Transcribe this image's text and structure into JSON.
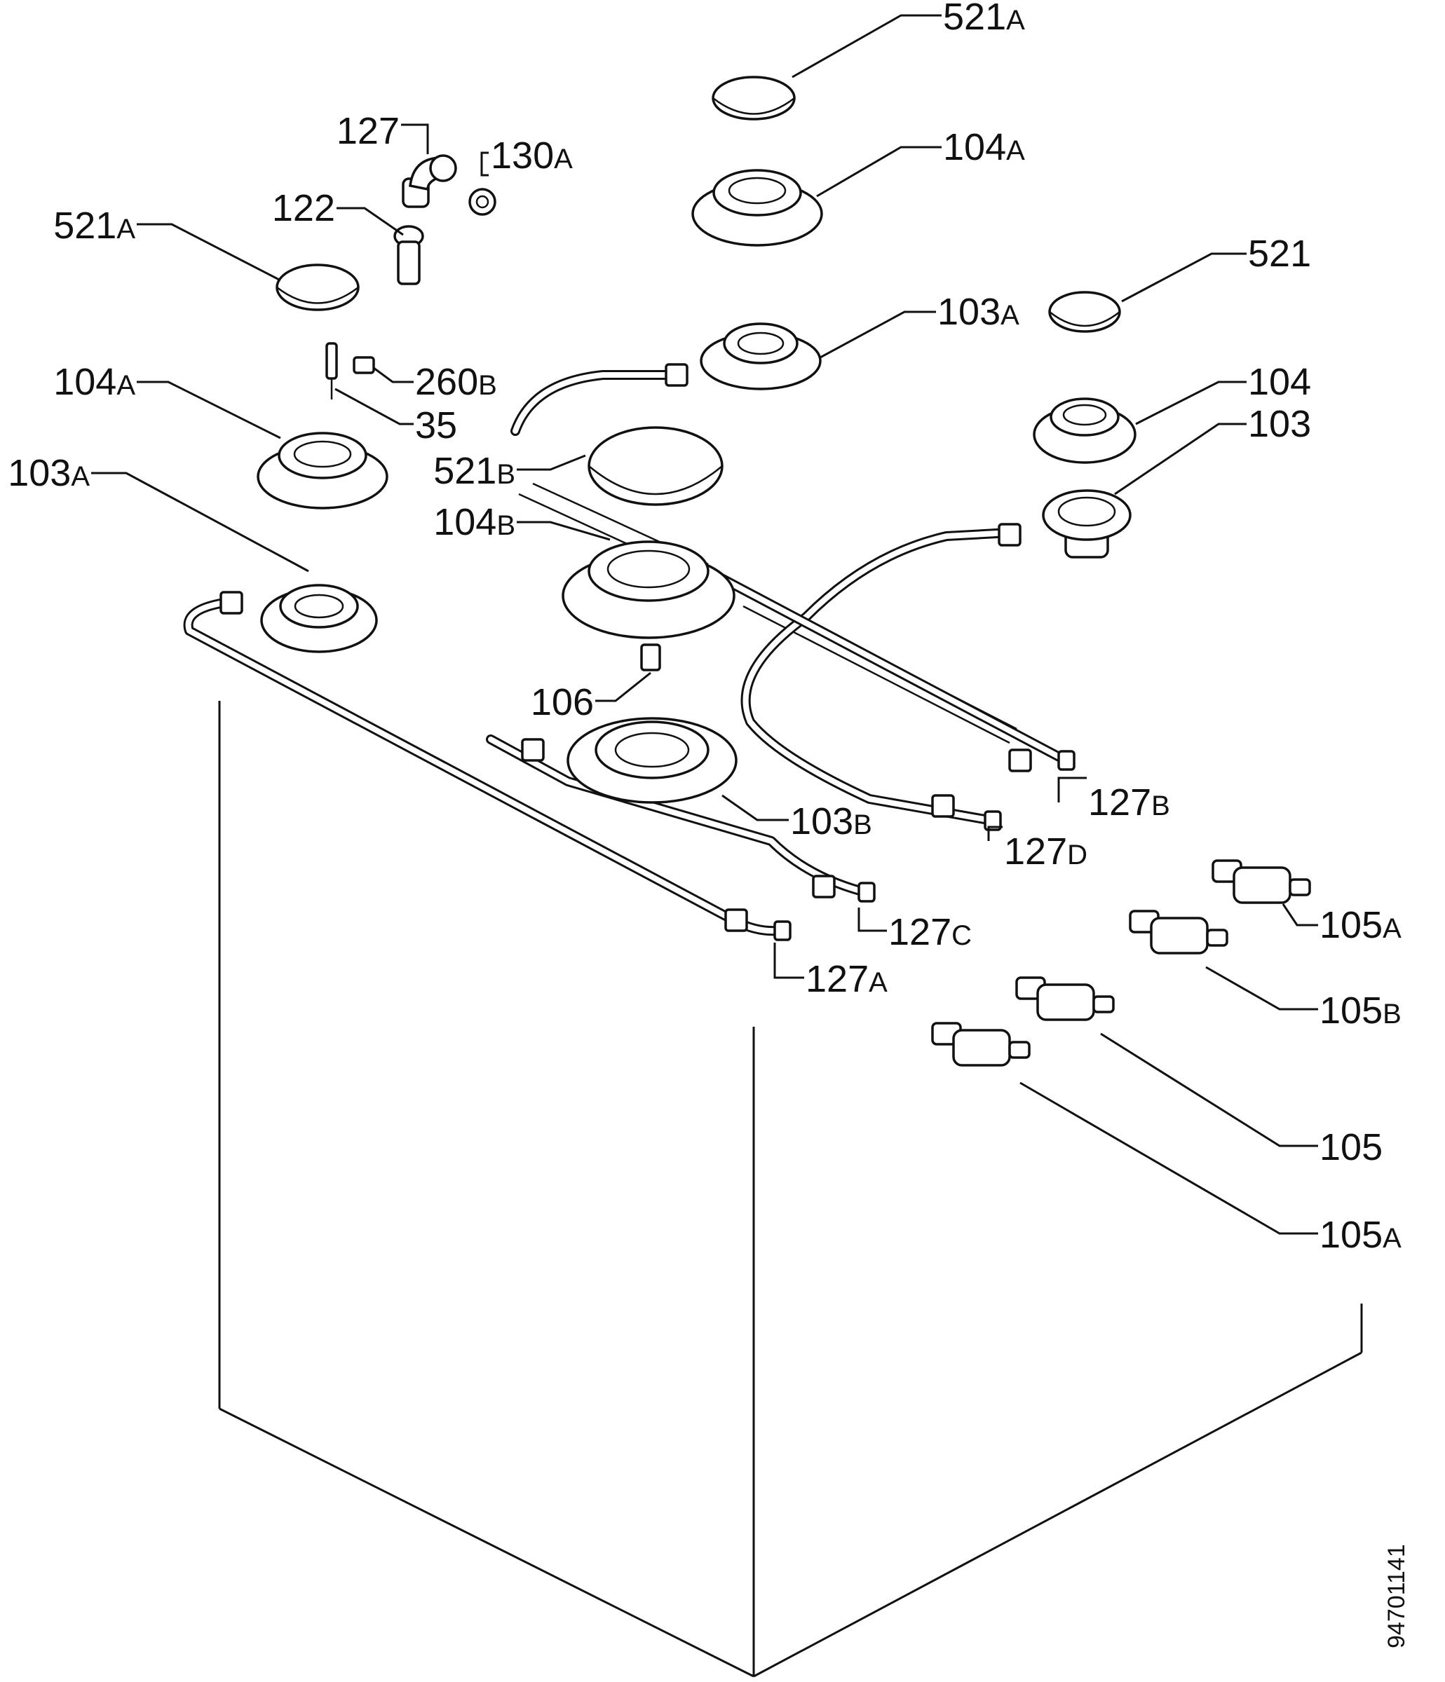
{
  "diagram_code": "94701141",
  "parts": [
    {
      "id": "p521A_top",
      "num": "521",
      "suffix": "A"
    },
    {
      "id": "p104A_top",
      "num": "104",
      "suffix": "A"
    },
    {
      "id": "p127",
      "num": "127",
      "suffix": ""
    },
    {
      "id": "p130A",
      "num": "130",
      "suffix": "A"
    },
    {
      "id": "p122",
      "num": "122",
      "suffix": ""
    },
    {
      "id": "p521A_left",
      "num": "521",
      "suffix": "A"
    },
    {
      "id": "p521",
      "num": "521",
      "suffix": ""
    },
    {
      "id": "p103A_mid",
      "num": "103",
      "suffix": "A"
    },
    {
      "id": "p260B",
      "num": "260",
      "suffix": "B"
    },
    {
      "id": "p104A_left",
      "num": "104",
      "suffix": "A"
    },
    {
      "id": "p35",
      "num": "35",
      "suffix": ""
    },
    {
      "id": "p104",
      "num": "104",
      "suffix": ""
    },
    {
      "id": "p103",
      "num": "103",
      "suffix": ""
    },
    {
      "id": "p521B",
      "num": "521",
      "suffix": "B"
    },
    {
      "id": "p103A_left",
      "num": "103",
      "suffix": "A"
    },
    {
      "id": "p104B",
      "num": "104",
      "suffix": "B"
    },
    {
      "id": "p106",
      "num": "106",
      "suffix": ""
    },
    {
      "id": "p127B",
      "num": "127",
      "suffix": "B"
    },
    {
      "id": "p103B",
      "num": "103",
      "suffix": "B"
    },
    {
      "id": "p127D",
      "num": "127",
      "suffix": "D"
    },
    {
      "id": "p105A_top",
      "num": "105",
      "suffix": "A"
    },
    {
      "id": "p127C",
      "num": "127",
      "suffix": "C"
    },
    {
      "id": "p127A",
      "num": "127",
      "suffix": "A"
    },
    {
      "id": "p105B",
      "num": "105",
      "suffix": "B"
    },
    {
      "id": "p105",
      "num": "105",
      "suffix": ""
    },
    {
      "id": "p105A_bottom",
      "num": "105",
      "suffix": "A"
    }
  ]
}
